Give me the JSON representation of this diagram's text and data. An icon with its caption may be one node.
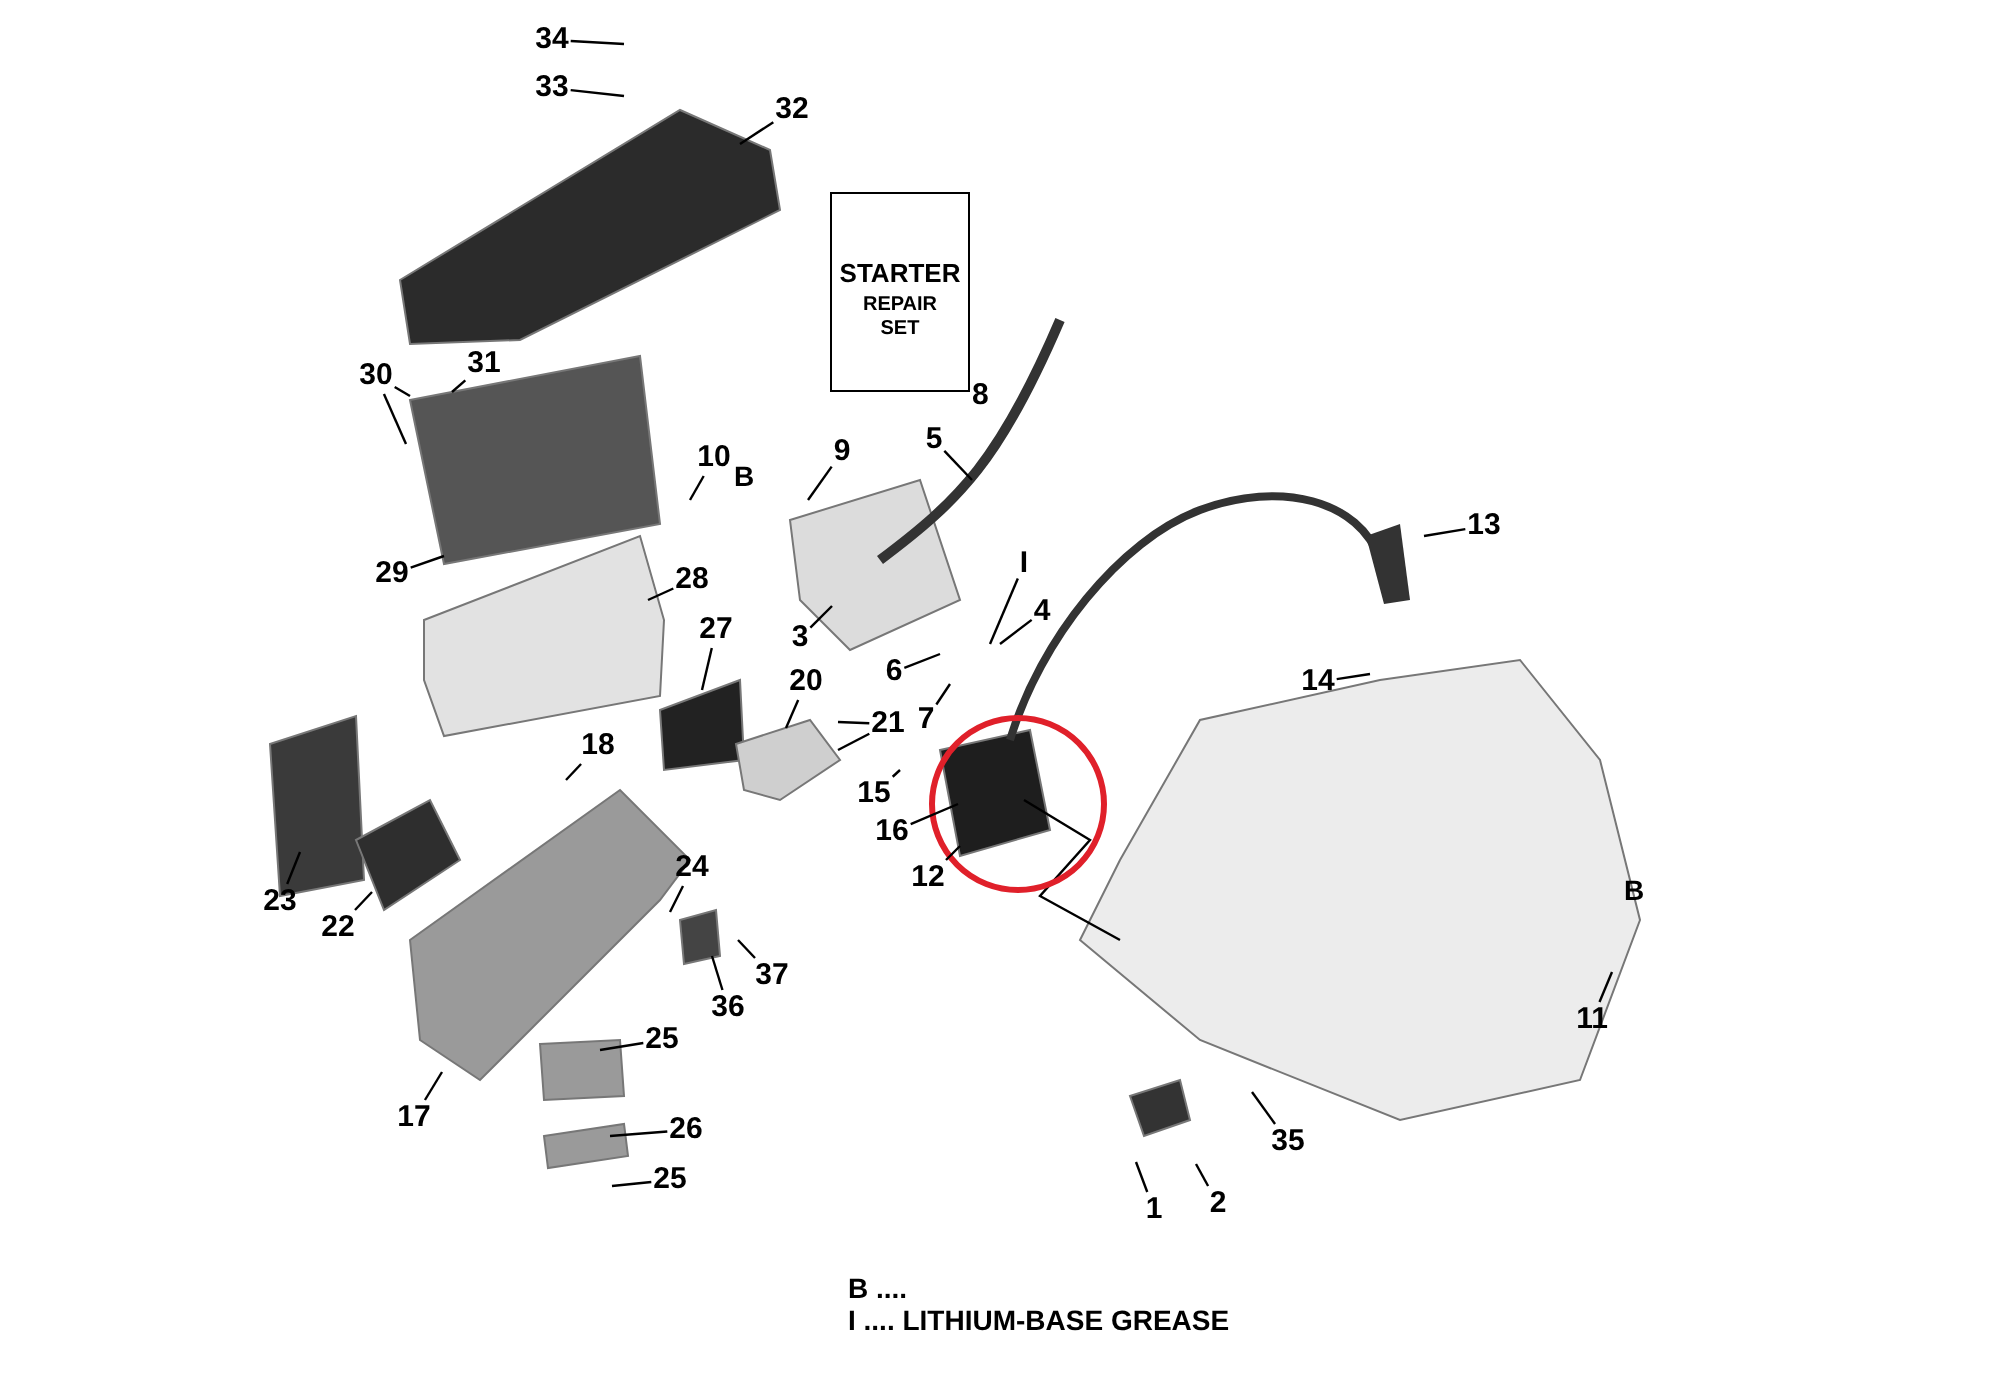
{
  "diagram": {
    "nodes": [
      {
        "text": [
          "34"
        ]
      },
      {
        "text": [
          "33"
        ]
      },
      {
        "text": [
          "32"
        ]
      },
      {
        "text": [
          "STARTER",
          "REPAIR SET"
        ],
        "beside": [
          "8"
        ]
      },
      {
        "text": [
          "30"
        ]
      },
      {
        "text": [
          "31"
        ]
      },
      {
        "text": [
          "10"
        ]
      },
      {
        "text": [
          "9"
        ]
      },
      {
        "text": [
          "5"
        ]
      },
      {
        "text": [
          "13"
        ]
      },
      {
        "text": [
          "I"
        ]
      },
      {
        "text": [
          "4"
        ]
      },
      {
        "text": [
          "29"
        ]
      },
      {
        "text": [
          "28"
        ]
      },
      {
        "text": [
          "3"
        ]
      },
      {
        "text": [
          "14"
        ]
      },
      {
        "text": [
          "27"
        ]
      },
      {
        "text": [
          "6"
        ]
      },
      {
        "text": [
          "20"
        ]
      },
      {
        "text": [
          "7"
        ]
      },
      {
        "text": [
          "21"
        ]
      },
      {
        "text": [
          "15"
        ]
      },
      {
        "text": [
          "16"
        ]
      },
      {
        "text": [
          "18"
        ]
      },
      {
        "text": [
          "12"
        ]
      },
      {
        "text": [
          "23"
        ]
      },
      {
        "text": [
          "24"
        ]
      },
      {
        "text": [
          "22"
        ]
      },
      {
        "text": [
          "37"
        ]
      },
      {
        "text": [
          "36"
        ]
      },
      {
        "text": [
          "25"
        ]
      },
      {
        "text": [
          "11"
        ]
      },
      {
        "text": [
          "17"
        ]
      },
      {
        "text": [
          "26"
        ]
      },
      {
        "text": [
          "35"
        ]
      },
      {
        "text": [
          "25"
        ]
      },
      {
        "text": [
          "2"
        ]
      },
      {
        "text": [
          "1"
        ]
      }
    ],
    "edges": [
      {
        "from": 0,
        "to": null,
        "arrow": "none"
      },
      {
        "from": 1,
        "to": null,
        "arrow": "none"
      },
      {
        "from": 2,
        "to": null,
        "arrow": "none"
      },
      {
        "from": 4,
        "to": null,
        "arrow": "none"
      },
      {
        "from": 4,
        "to": null,
        "arrow": "none"
      },
      {
        "from": 5,
        "to": null,
        "arrow": "none"
      },
      {
        "from": 6,
        "to": null,
        "arrow": "none"
      },
      {
        "from": 7,
        "to": null,
        "arrow": "none"
      },
      {
        "from": 8,
        "to": null,
        "arrow": "none"
      },
      {
        "from": 9,
        "to": null,
        "arrow": "none"
      },
      {
        "from": 10,
        "to": null,
        "arrow": "none"
      },
      {
        "from": 11,
        "to": null,
        "arrow": "none"
      },
      {
        "from": 12,
        "to": null,
        "arrow": "none"
      },
      {
        "from": 13,
        "to": null,
        "arrow": "none"
      },
      {
        "from": 14,
        "to": null,
        "arrow": "none"
      },
      {
        "from": 15,
        "to": null,
        "arrow": "none"
      },
      {
        "from": 16,
        "to": null,
        "arrow": "none"
      },
      {
        "from": 17,
        "to": null,
        "arrow": "none"
      },
      {
        "from": 18,
        "to": null,
        "arrow": "none"
      },
      {
        "from": 19,
        "to": null,
        "arrow": "none"
      },
      {
        "from": 20,
        "to": null,
        "arrow": "none"
      },
      {
        "from": 20,
        "to": null,
        "arrow": "none"
      },
      {
        "from": 21,
        "to": null,
        "arrow": "none"
      },
      {
        "from": 22,
        "to": null,
        "arrow": "none"
      },
      {
        "from": 23,
        "to": null,
        "arrow": "none"
      },
      {
        "from": 24,
        "to": null,
        "arrow": "none"
      },
      {
        "from": 25,
        "to": null,
        "arrow": "none"
      },
      {
        "from": 26,
        "to": null,
        "arrow": "none"
      },
      {
        "from": 27,
        "to": null,
        "arrow": "none"
      },
      {
        "from": 28,
        "to": null,
        "arrow": "none"
      },
      {
        "from": 29,
        "to": null,
        "arrow": "none"
      },
      {
        "from": 30,
        "to": null,
        "arrow": "none"
      },
      {
        "from": 31,
        "to": null,
        "arrow": "none"
      },
      {
        "from": 32,
        "to": null,
        "arrow": "none"
      },
      {
        "from": 33,
        "to": null,
        "arrow": "none"
      },
      {
        "from": 34,
        "to": null,
        "arrow": "none"
      },
      {
        "from": 35,
        "to": null,
        "arrow": "none"
      },
      {
        "from": 36,
        "to": null,
        "arrow": "none"
      },
      {
        "from": 37,
        "to": null,
        "arrow": "none"
      }
    ],
    "labels": [
      "B",
      "B",
      "B ....",
      "I .... LITHIUM-BASE GREASE"
    ]
  }
}
